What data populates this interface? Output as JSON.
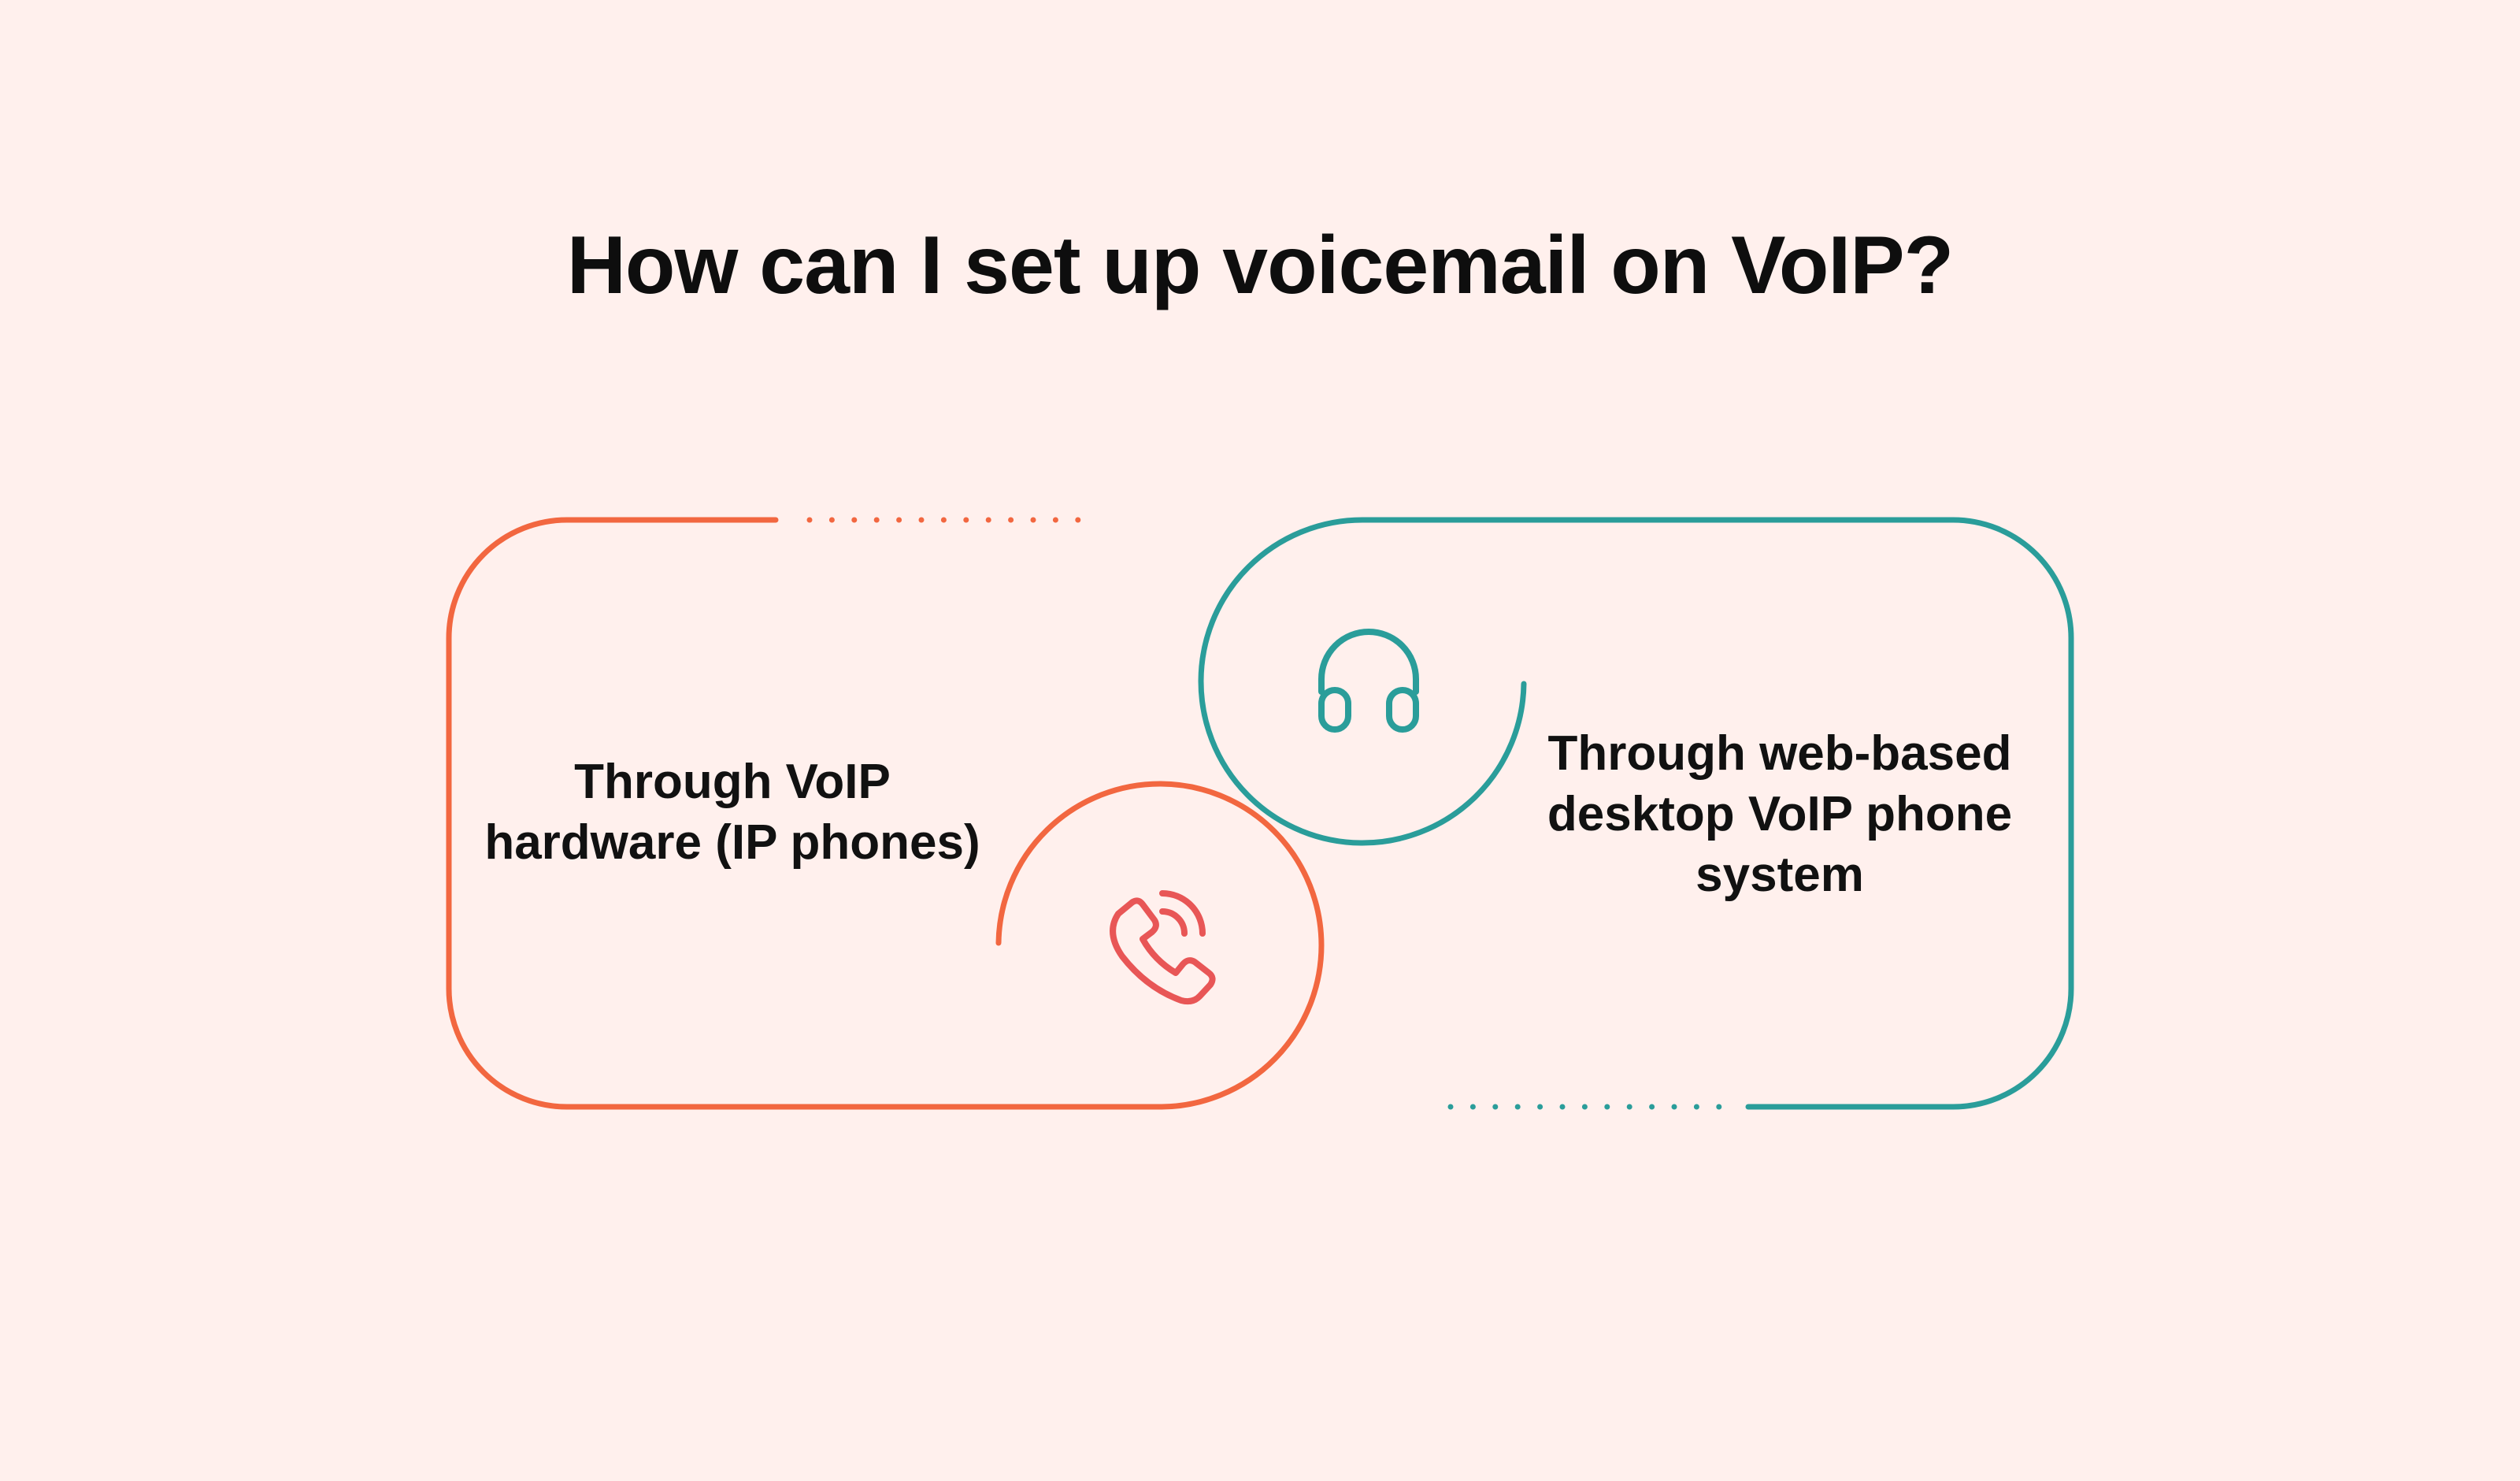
{
  "page": {
    "title": "How can I set up voicemail on VoIP?"
  },
  "options": [
    {
      "label": "Through VoIP\nhardware (IP phones)",
      "icon": "phone-ringing-icon",
      "color": "#F26740"
    },
    {
      "label": "Through web-based\ndesktop VoIP phone\nsystem",
      "icon": "headset-icon",
      "color": "#2A9D9A"
    }
  ],
  "colors": {
    "background": "#FFF0ED",
    "orange": "#F26740",
    "icon_red": "#E85656",
    "teal": "#2A9D9A",
    "text": "#111111"
  }
}
